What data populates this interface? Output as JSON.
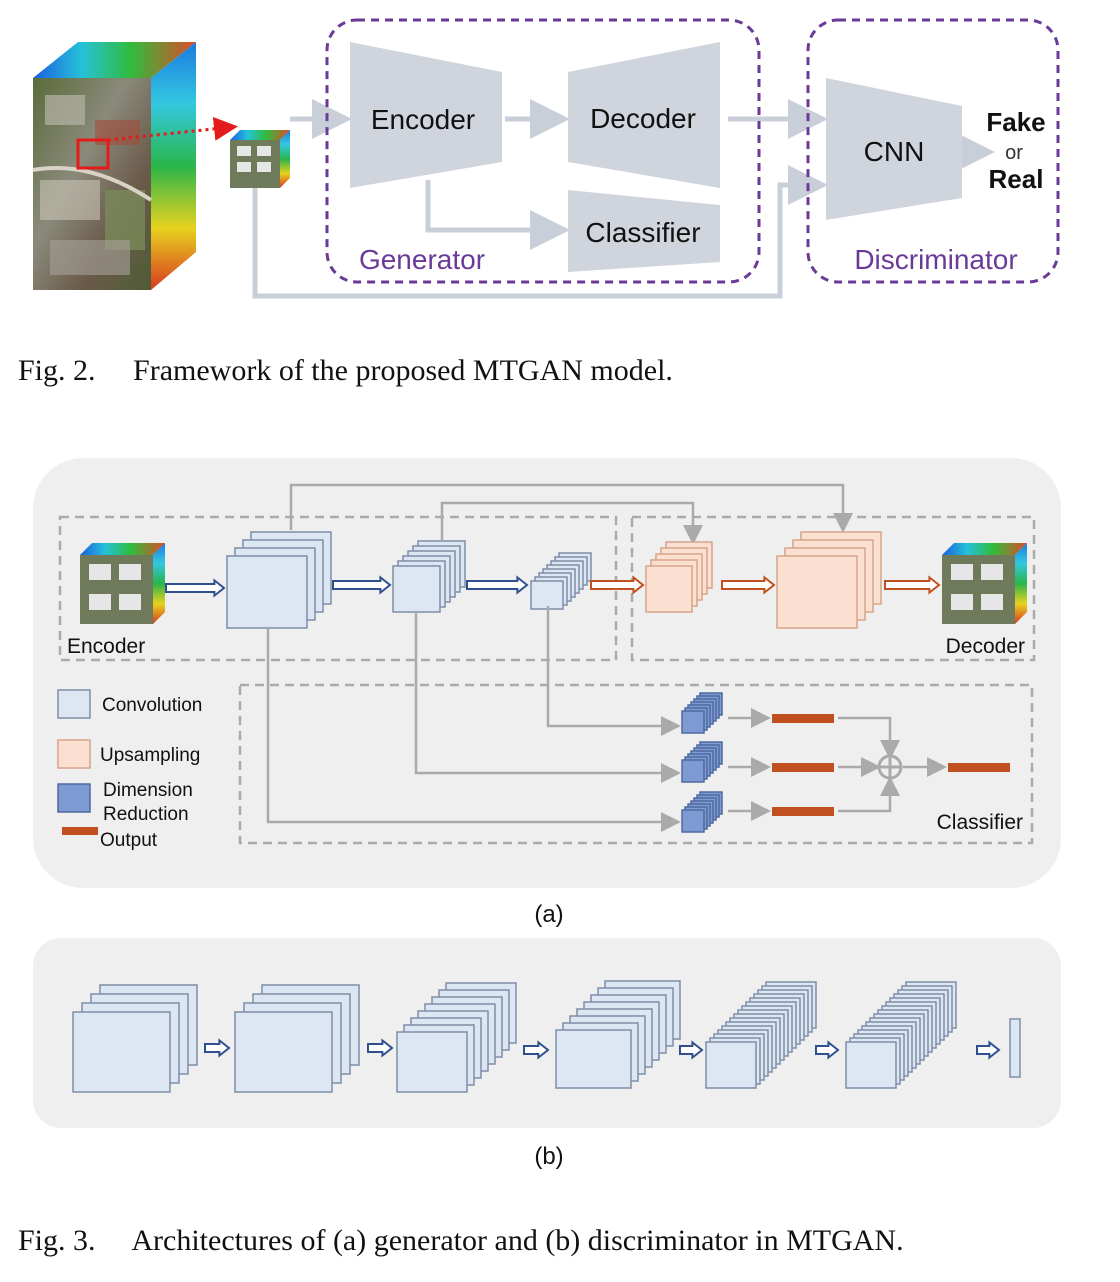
{
  "fig2": {
    "encoder": "Encoder",
    "decoder": "Decoder",
    "classifier": "Classifier",
    "generator": "Generator",
    "cnn": "CNN",
    "fake": "Fake",
    "or": "or",
    "real": "Real",
    "discriminator": "Discriminator",
    "caption": "Fig. 2.  Framework of the proposed MTGAN model."
  },
  "fig3a": {
    "encoder": "Encoder",
    "decoder": "Decoder",
    "classifier": "Classifier",
    "legend": {
      "convolution": "Convolution",
      "upsampling": "Upsampling",
      "dim1": "Dimension",
      "dim2": "Reduction",
      "output": "Output"
    },
    "sublabel": "(a)"
  },
  "fig3b": {
    "sublabel": "(b)"
  },
  "caption3": "Fig. 3.  Architectures of (a) generator and (b) discriminator in MTGAN.",
  "colors": {
    "conv": "#dce7f3",
    "upsample": "#fbe0d2",
    "dimred": "#7d9bd2",
    "output": "#c0501f",
    "block": "#d0d5dd",
    "dashed_purple": "#6a3a98",
    "label_purple": "#6a3a98",
    "panel_bg": "#efefef"
  }
}
